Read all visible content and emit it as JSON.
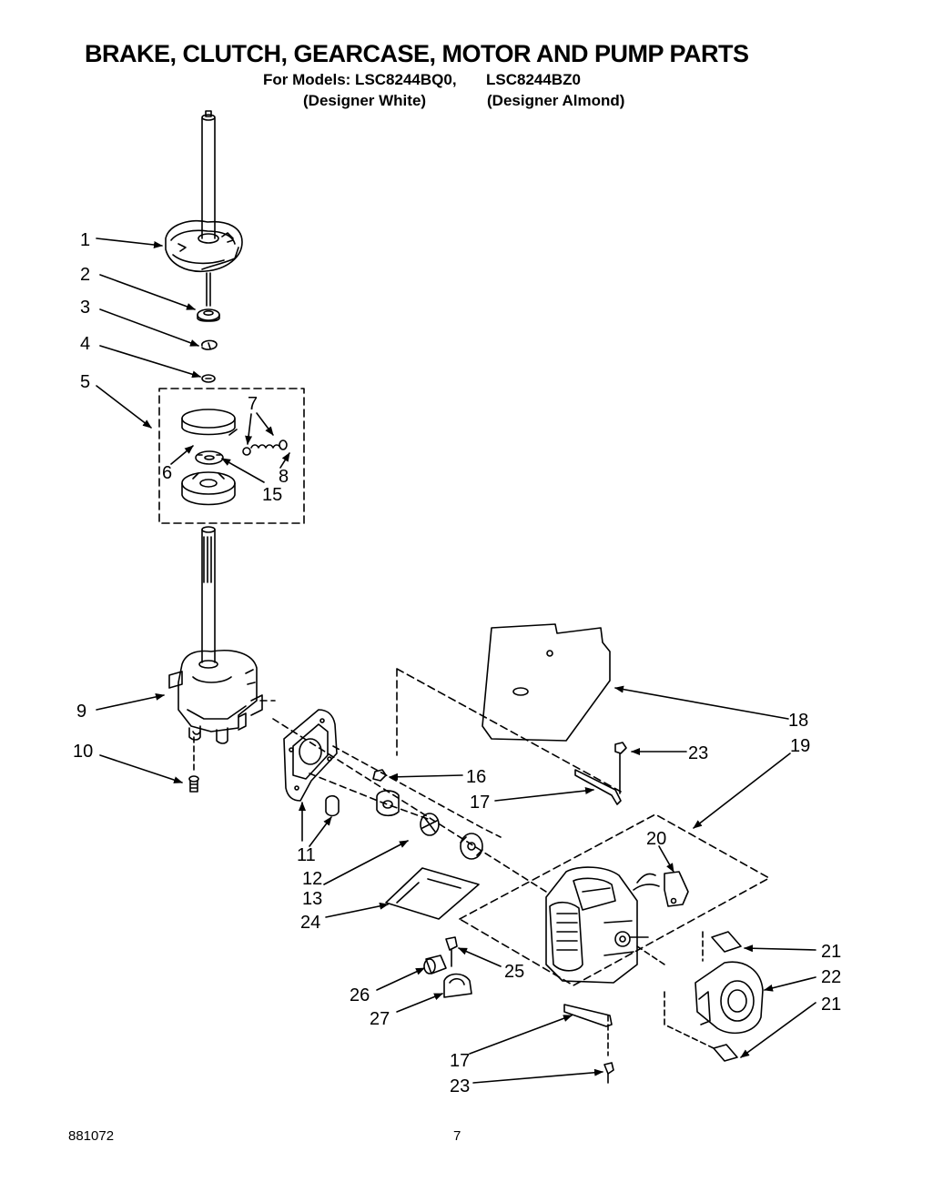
{
  "header": {
    "title": "BRAKE, CLUTCH, GEARCASE, MOTOR AND PUMP PARTS",
    "for_models_label": "For Models: LSC8244BQ0,",
    "model_2": "LSC8244BZ0",
    "variant_1": "(Designer White)",
    "variant_2": "(Designer Almond)"
  },
  "callouts": {
    "c1": "1",
    "c2": "2",
    "c3": "3",
    "c4": "4",
    "c5": "5",
    "c6": "6",
    "c7": "7",
    "c8": "8",
    "c15": "15",
    "c9": "9",
    "c10": "10",
    "c11": "11",
    "c12": "12",
    "c13": "13",
    "c24": "24",
    "c16": "16",
    "c17a": "17",
    "c18": "18",
    "c19": "19",
    "c23a": "23",
    "c20": "20",
    "c21a": "21",
    "c22": "22",
    "c21b": "21",
    "c25": "25",
    "c26": "26",
    "c27": "27",
    "c17b": "17",
    "c23b": "23"
  },
  "footer": {
    "doc_number": "881072",
    "page_number": "7"
  }
}
